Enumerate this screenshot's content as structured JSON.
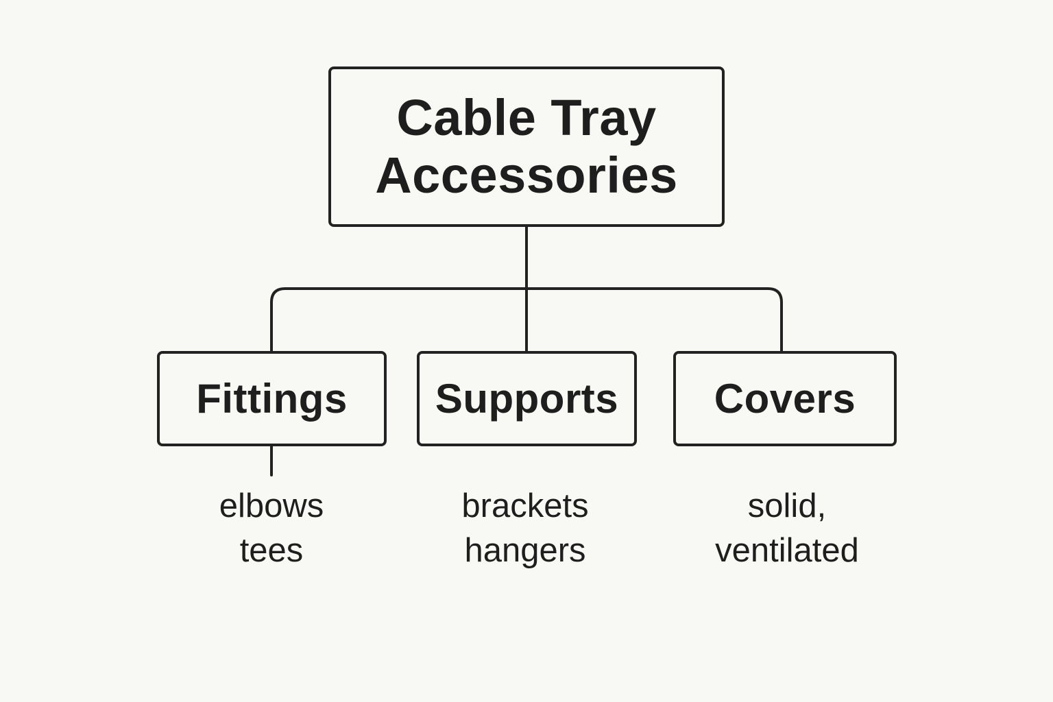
{
  "root": {
    "lines": [
      "Cable Tray",
      "Accessories"
    ]
  },
  "children": [
    {
      "label": "Fittings",
      "details": [
        "elbows",
        "tees"
      ]
    },
    {
      "label": "Supports",
      "details": [
        "brackets",
        "hangers"
      ]
    },
    {
      "label": "Covers",
      "details": [
        "solid,",
        "ventilated"
      ]
    }
  ],
  "colors": {
    "background": "#f8f8f4",
    "stroke": "#222222",
    "text": "#1e1e1e"
  }
}
